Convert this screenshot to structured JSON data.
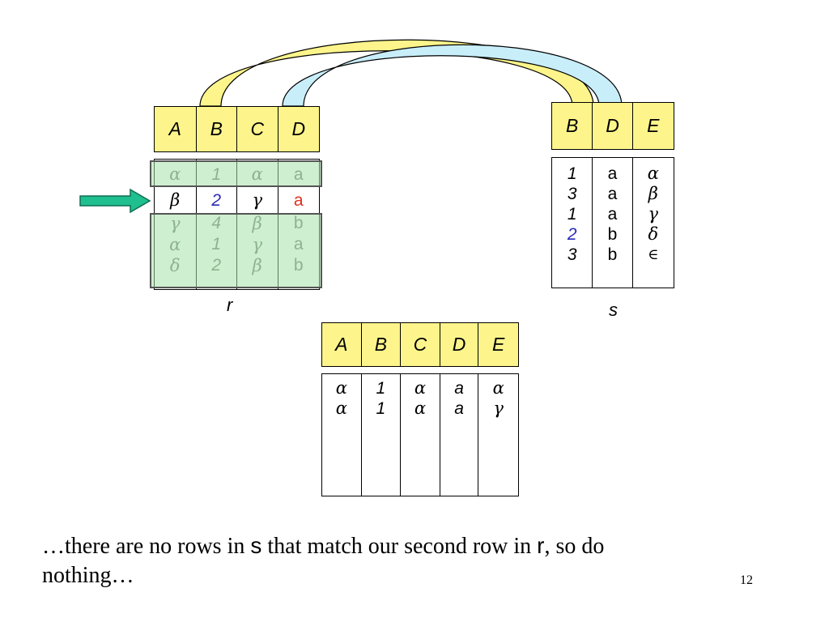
{
  "table_r": {
    "name": "r",
    "headers": [
      "A",
      "B",
      "C",
      "D"
    ],
    "rows": [
      [
        "α",
        "1",
        "α",
        "a"
      ],
      [
        "β",
        "2",
        "γ",
        "a"
      ],
      [
        "γ",
        "4",
        "β",
        "b"
      ],
      [
        "α",
        "1",
        "γ",
        "a"
      ],
      [
        "δ",
        "2",
        "β",
        "b"
      ]
    ]
  },
  "table_s": {
    "name": "s",
    "headers": [
      "B",
      "D",
      "E"
    ],
    "rows": [
      [
        "1",
        "a",
        "α"
      ],
      [
        "3",
        "a",
        "β"
      ],
      [
        "1",
        "a",
        "γ"
      ],
      [
        "2",
        "b",
        "δ"
      ],
      [
        "3",
        "b",
        "∈"
      ]
    ]
  },
  "table_result": {
    "headers": [
      "A",
      "B",
      "C",
      "D",
      "E"
    ],
    "rows": [
      [
        "α",
        "1",
        "α",
        "a",
        "α"
      ],
      [
        "α",
        "1",
        "α",
        "a",
        "γ"
      ]
    ]
  },
  "caption": {
    "part1": "…there are no rows in ",
    "s": "s",
    "part2": " that match our second row in ",
    "r": "r",
    "part3": ", so do",
    "line2": "nothing…"
  },
  "page_number": "12",
  "colors": {
    "header_fill": "#fdf58b",
    "link_yellow": "#fdf58b",
    "link_blue": "#c8eefa",
    "arrow": "#1fbf8f",
    "highlight": "#a5e1aa"
  },
  "icons": [
    "arrow-right-icon"
  ]
}
